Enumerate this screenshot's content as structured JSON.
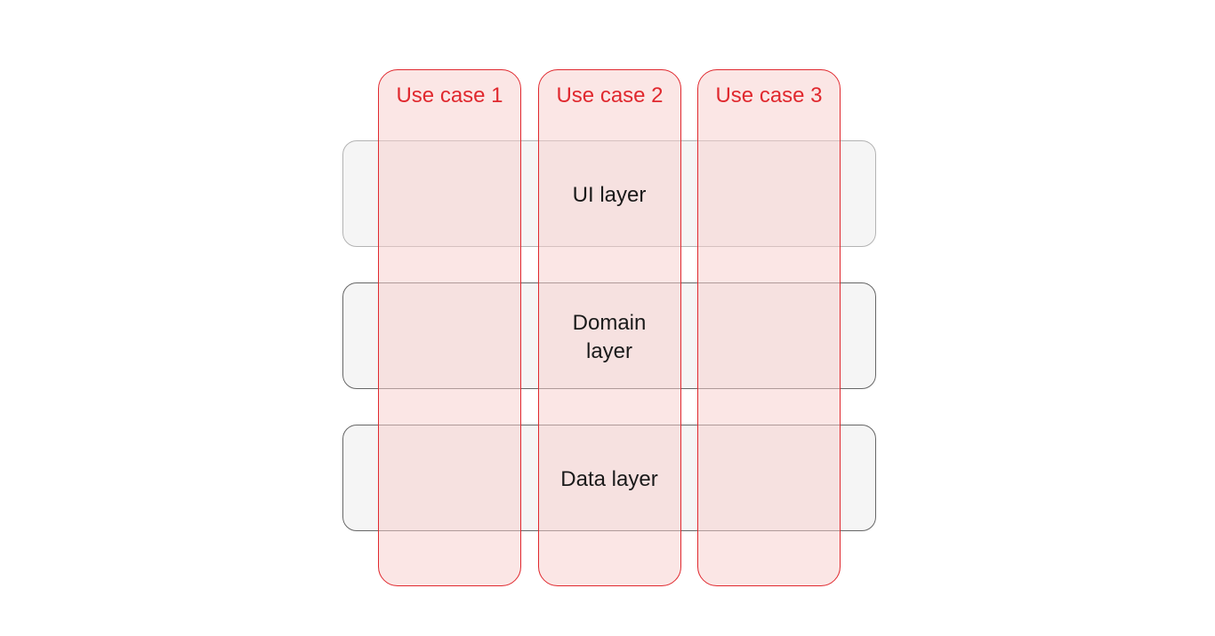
{
  "layers": {
    "ui": "UI layer",
    "domain_line1": "Domain",
    "domain_line2": "layer",
    "data": "Data layer"
  },
  "use_cases": {
    "uc1": "Use case 1",
    "uc2": "Use case 2",
    "uc3": "Use case 3"
  },
  "colors": {
    "use_case_stroke": "#e0282e",
    "use_case_fill": "#f8cecc",
    "layer_fill": "#f5f5f5",
    "layer_stroke": "#666666"
  }
}
